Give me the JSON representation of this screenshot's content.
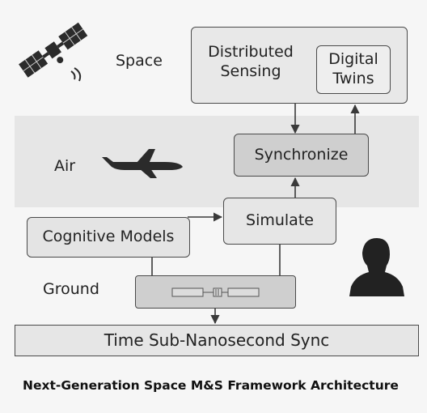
{
  "layers": {
    "space": "Space",
    "air": "Air",
    "ground": "Ground"
  },
  "nodes": {
    "distributed_sensing": "Distributed Sensing",
    "digital_twins": "Digital Twins",
    "synchronize": "Synchronize",
    "simulate": "Simulate",
    "cognitive_models": "Cognitive Models",
    "time_sync": "Time Sub-Nanosecond Sync"
  },
  "caption": "Next-Generation Space M&S Framework Architecture",
  "icons": {
    "satellite": "satellite-icon",
    "airplane": "airplane-icon",
    "person": "person-silhouette-icon",
    "hardware": "circuit-board-icon"
  },
  "colors": {
    "air_band": "#e6e6e6",
    "box_fill": "#e2e2e2",
    "box_dark": "#cfcfcf",
    "stroke": "#4a4a4a"
  }
}
